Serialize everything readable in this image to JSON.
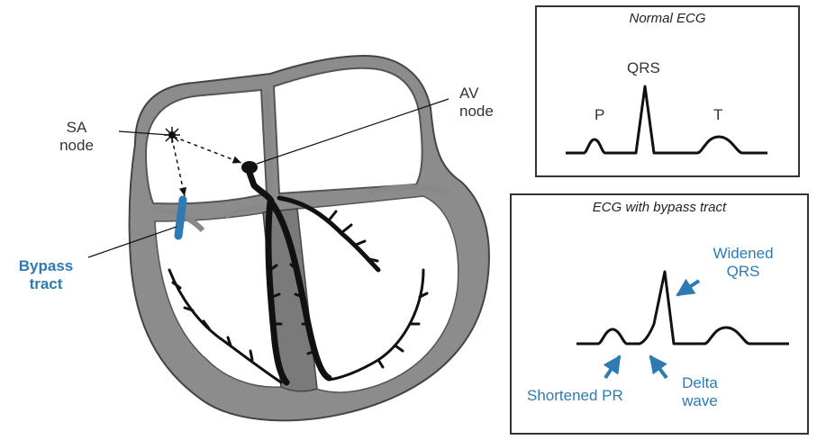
{
  "heart": {
    "sa_label_1": "SA",
    "sa_label_2": "node",
    "av_label_1": "AV",
    "av_label_2": "node",
    "bypass_label_1": "Bypass",
    "bypass_label_2": "tract"
  },
  "normal_ecg": {
    "title": "Normal ECG",
    "p_label": "P",
    "qrs_label": "QRS",
    "t_label": "T"
  },
  "bypass_ecg": {
    "title": "ECG with bypass tract",
    "widened_qrs_1": "Widened",
    "widened_qrs_2": "QRS",
    "shortened_pr": "Shortened PR",
    "delta_wave_1": "Delta",
    "delta_wave_2": "wave"
  },
  "colors": {
    "accent_blue": "#2e7bb4",
    "line": "#111111",
    "wall_gray": "#8c8c8c"
  }
}
